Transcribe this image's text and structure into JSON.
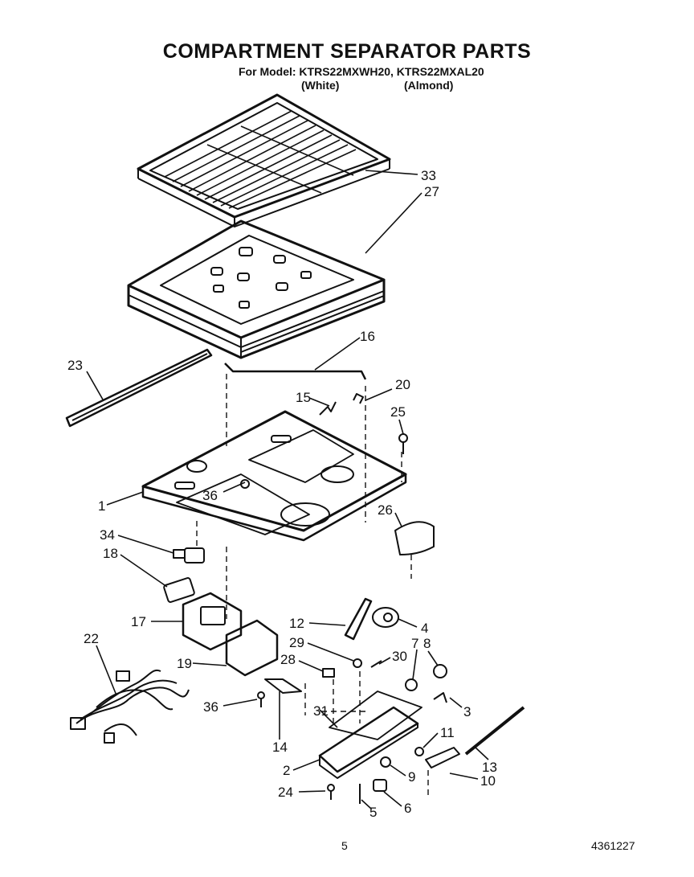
{
  "header": {
    "title": "COMPARTMENT SEPARATOR PARTS",
    "model_line": "For Model: KTRS22MXWH20, KTRS22MXAL20",
    "color_white": "(White)",
    "color_almond": "(Almond)"
  },
  "callouts": [
    "33",
    "27",
    "16",
    "23",
    "20",
    "15",
    "25",
    "36",
    "1",
    "26",
    "34",
    "18",
    "17",
    "22",
    "12",
    "4",
    "29",
    "7",
    "8",
    "19",
    "28",
    "30",
    "36",
    "31",
    "3",
    "14",
    "11",
    "13",
    "2",
    "9",
    "10",
    "24",
    "5",
    "6"
  ],
  "footer": {
    "page_number": "5",
    "doc_number": "4361227"
  }
}
